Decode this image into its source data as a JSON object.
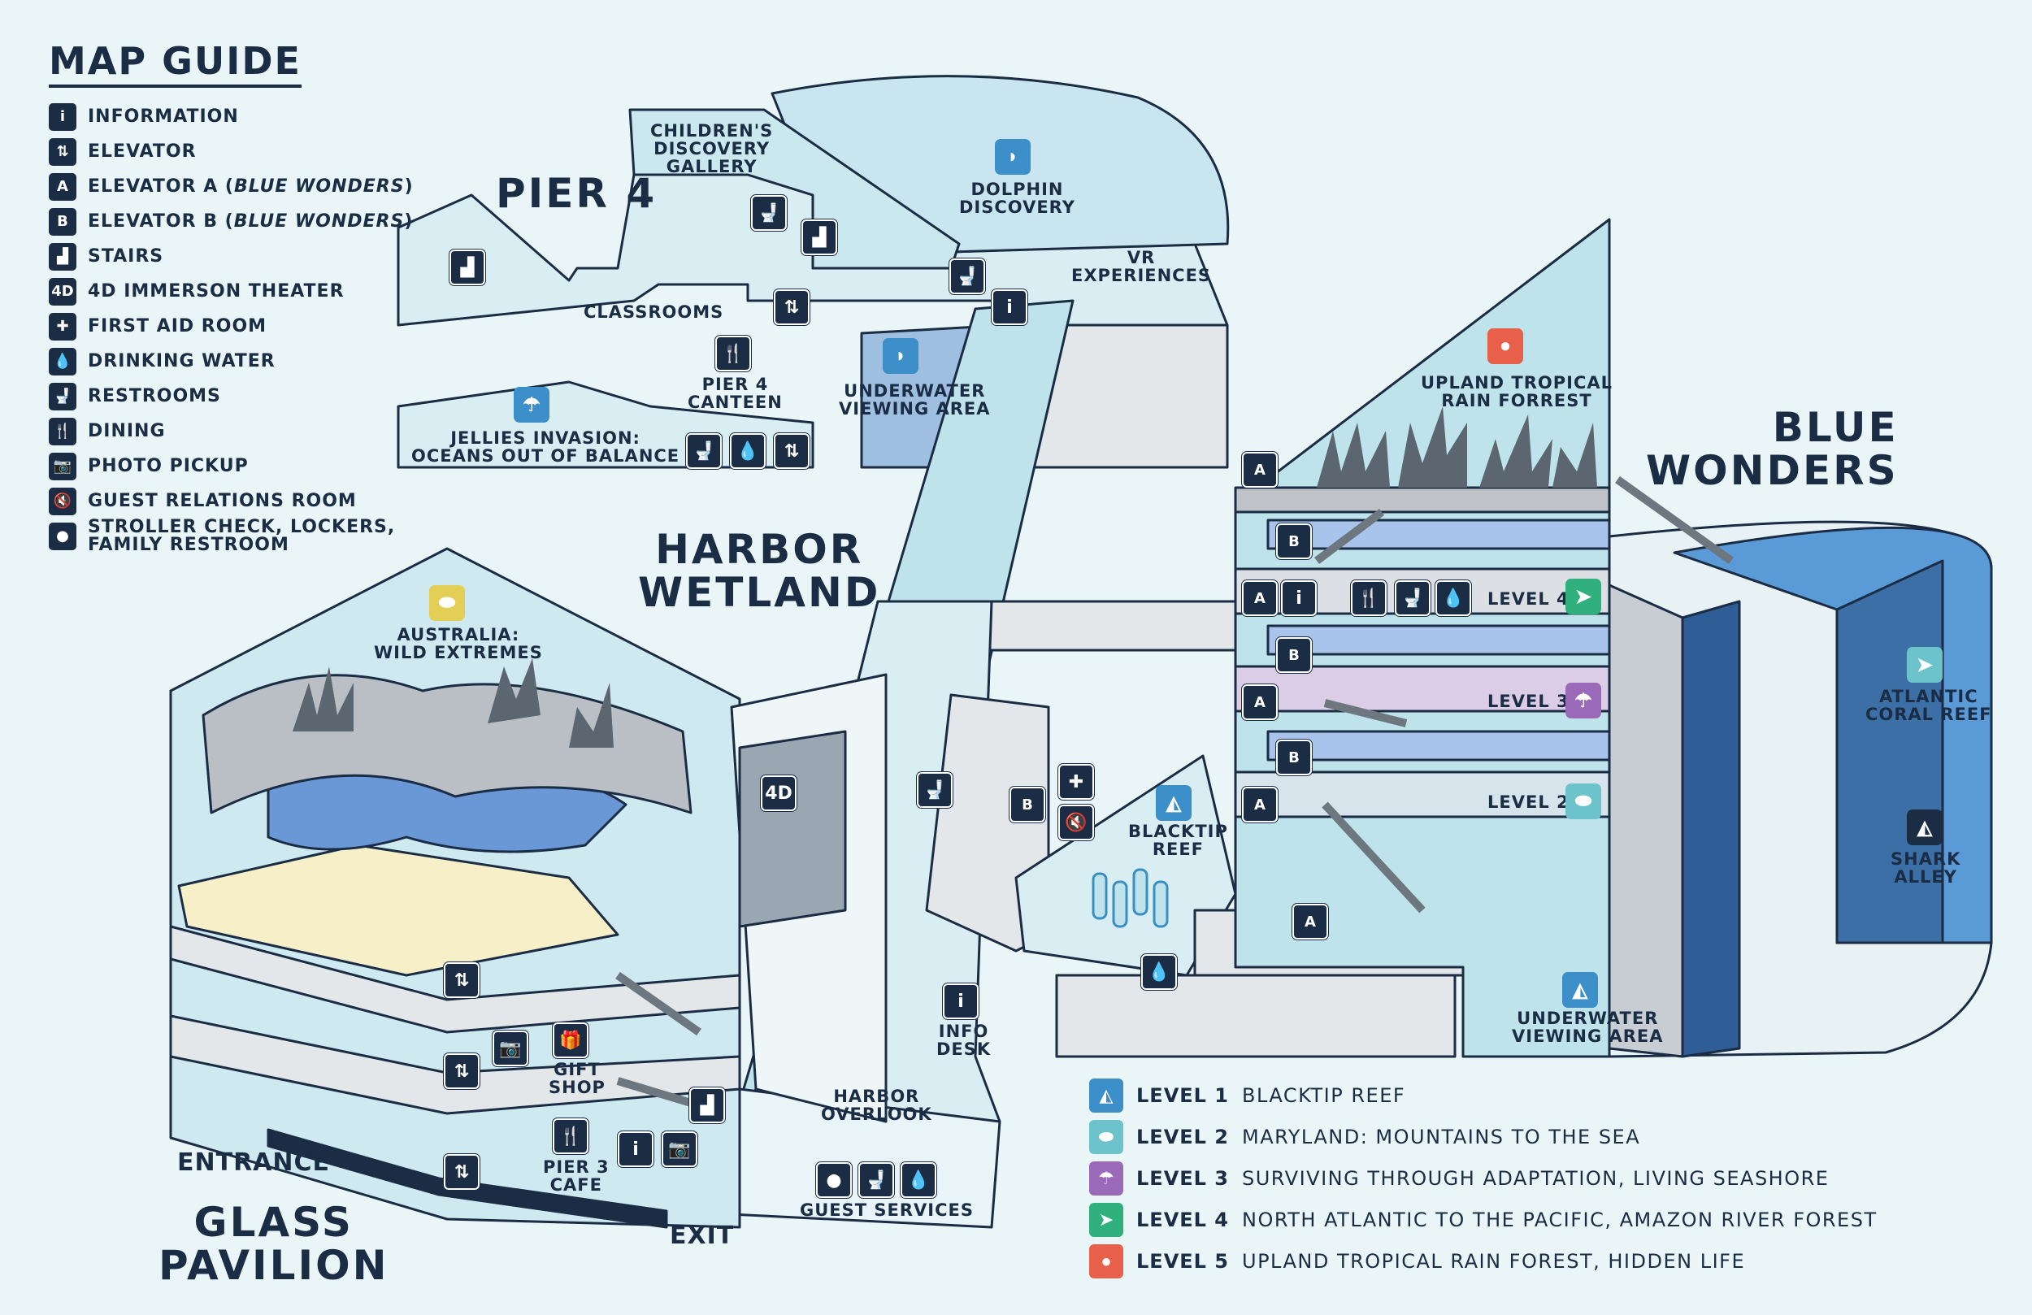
{
  "guide": {
    "title": "MAP GUIDE",
    "items": [
      {
        "icon": "information-icon",
        "glyph": "i",
        "text": "INFORMATION",
        "em": ""
      },
      {
        "icon": "elevator-icon",
        "glyph": "⇅",
        "text": "ELEVATOR",
        "em": ""
      },
      {
        "icon": "elevator-a-icon",
        "glyph": "A",
        "text": "ELEVATOR A (",
        "em": "BLUE WONDERS",
        "tail": ")"
      },
      {
        "icon": "elevator-b-icon",
        "glyph": "B",
        "text": "ELEVATOR B (",
        "em": "BLUE WONDERS",
        "tail": ")"
      },
      {
        "icon": "stairs-icon",
        "glyph": "▟",
        "text": "STAIRS",
        "em": ""
      },
      {
        "icon": "theater-4d-icon",
        "glyph": "4D",
        "text": "4D IMMERSON THEATER",
        "em": ""
      },
      {
        "icon": "first-aid-icon",
        "glyph": "✚",
        "text": "FIRST AID ROOM",
        "em": ""
      },
      {
        "icon": "drinking-water-icon",
        "glyph": "💧",
        "text": "DRINKING WATER",
        "em": ""
      },
      {
        "icon": "restrooms-icon",
        "glyph": "🚽",
        "text": "RESTROOMS",
        "em": ""
      },
      {
        "icon": "dining-icon",
        "glyph": "🍴",
        "text": "DINING",
        "em": ""
      },
      {
        "icon": "photo-pickup-icon",
        "glyph": "📷",
        "text": "PHOTO PICKUP",
        "em": ""
      },
      {
        "icon": "guest-relations-icon",
        "glyph": "🔇",
        "text": "GUEST RELATIONS ROOM",
        "em": ""
      },
      {
        "icon": "stroller-icon",
        "glyph": "●",
        "text": "STROLLER CHECK, LOCKERS,\nFAMILY RESTROOM",
        "em": ""
      }
    ]
  },
  "areas": {
    "pier4": "PIER 4",
    "harbor_wetland": "HARBOR\nWETLAND",
    "blue_wonders": "BLUE\nWONDERS",
    "glass_pavilion": "GLASS\nPAVILION"
  },
  "labels": {
    "childrens": "CHILDREN'S\nDISCOVERY\nGALLERY",
    "dolphin": "DOLPHIN\nDISCOVERY",
    "vr": "VR\nEXPERIENCES",
    "classrooms": "CLASSROOMS",
    "canteen": "PIER 4\nCANTEEN",
    "underwater1": "UNDERWATER\nVIEWING AREA",
    "jellies": "JELLIES INVASION:\nOCEANS OUT OF BALANCE",
    "rainforest": "UPLAND TROPICAL\nRAIN FORREST",
    "australia": "AUSTRALIA:\nWILD EXTREMES",
    "atlantic": "ATLANTIC\nCORAL REEF",
    "shark": "SHARK\nALLEY",
    "blacktip": "BLACKTIP\nREEF",
    "underwater2": "UNDERWATER\nVIEWING AREA",
    "info_desk": "INFO\nDESK",
    "harbor_overlook": "HARBOR\nOVERLOOK",
    "gift_shop": "GIFT\nSHOP",
    "pier3_cafe": "PIER 3\nCAFE",
    "guest_services": "GUEST SERVICES",
    "entrance": "ENTRANCE",
    "exit": "EXIT",
    "level4": "LEVEL 4",
    "level3": "LEVEL 3",
    "level2": "LEVEL 2"
  },
  "levels": [
    {
      "name": "LEVEL 1",
      "desc": "BLACKTIP REEF",
      "color": "#3d8fc9",
      "icon": "shark-fin-icon",
      "glyph": "◭"
    },
    {
      "name": "LEVEL 2",
      "desc": "MARYLAND: MOUNTAINS TO THE SEA",
      "color": "#6cc3cc",
      "icon": "turtle-icon",
      "glyph": "⬬"
    },
    {
      "name": "LEVEL 3",
      "desc": "SURVIVING THROUGH ADAPTATION, LIVING SEASHORE",
      "color": "#9a6ab8",
      "icon": "jellyfish-icon",
      "glyph": "☂"
    },
    {
      "name": "LEVEL 4",
      "desc": "NORTH ATLANTIC TO THE PACIFIC, AMAZON RIVER FOREST",
      "color": "#2fb07c",
      "icon": "fish-icon",
      "glyph": "➤"
    },
    {
      "name": "LEVEL 5",
      "desc": "UPLAND TROPICAL RAIN FOREST, HIDDEN LIFE",
      "color": "#e8604a",
      "icon": "bird-icon",
      "glyph": "●"
    }
  ],
  "colors": {
    "navy": "#1b2d45",
    "water": "#bfe3ea",
    "floor": "#d9eef3",
    "wall": "#e4e7ea",
    "sand": "#f6efc8"
  }
}
